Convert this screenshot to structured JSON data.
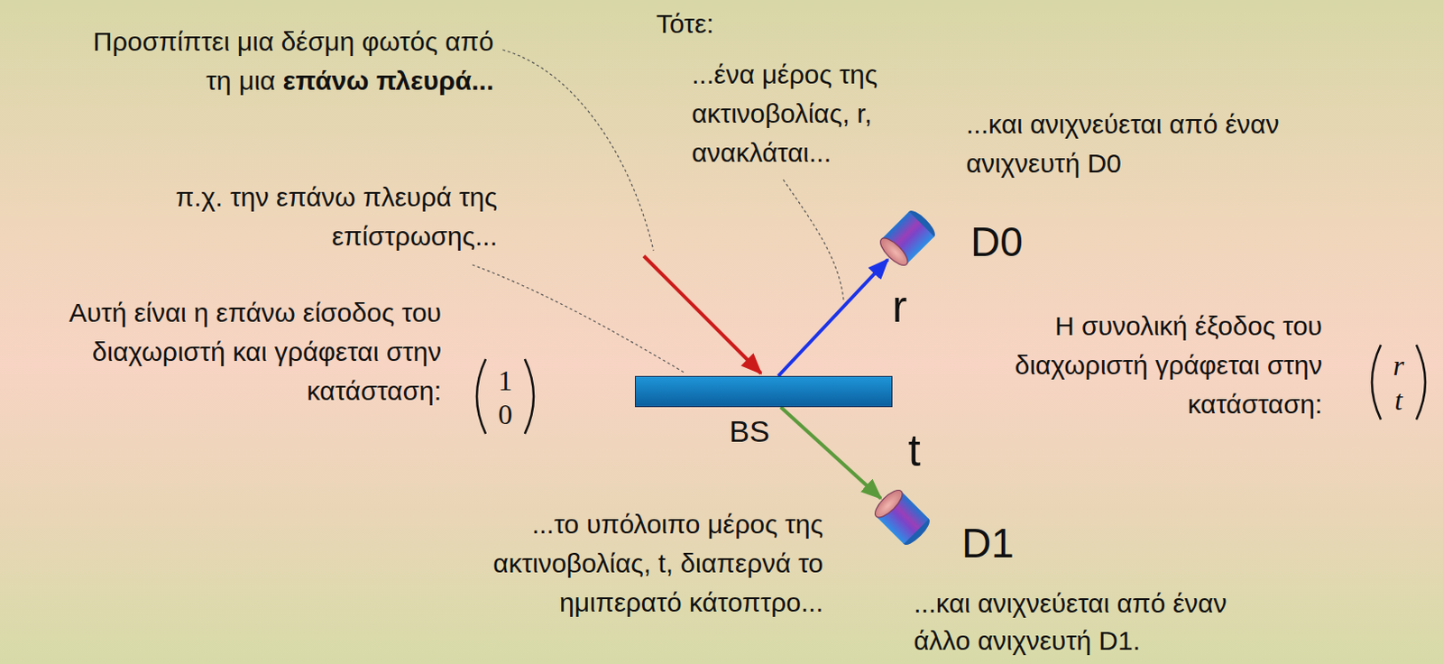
{
  "diagram": {
    "nodes": [
      {
        "text": [
          "BS"
        ]
      },
      {
        "text": [
          "D0"
        ]
      },
      {
        "text": [
          "D1"
        ]
      }
    ],
    "edges": [
      {
        "from": 0,
        "to": 1,
        "arrow": "to",
        "label": "r"
      },
      {
        "from": 0,
        "to": 2,
        "arrow": "to",
        "label": "t"
      }
    ],
    "labels": [
      "Προσπίπτει μια δέσμη φωτός από τη μια",
      "επάνω πλευρά...",
      "Τότε:",
      "...ένα μέρος της ακτινοβολίας, r, ανακλάται...",
      "...και ανιχνεύεται από έναν ανιχνευτή D0",
      "π.χ. την επάνω πλευρά της επίστρωσης...",
      "Αυτή είναι η επάνω είσοδος του διαχωριστή και γράφεται στην κατάσταση:",
      "1",
      "0",
      "Η συνολική έξοδος του διαχωριστή γράφεται στην κατάσταση:",
      "r",
      "t",
      "...το υπόλοιπο μέρος της ακτινοβολίας, t, διαπερνά το ημιπερατό κάτοπτρο...",
      "...και ανιχνεύεται από έναν άλλο ανιχνευτή D1."
    ]
  }
}
